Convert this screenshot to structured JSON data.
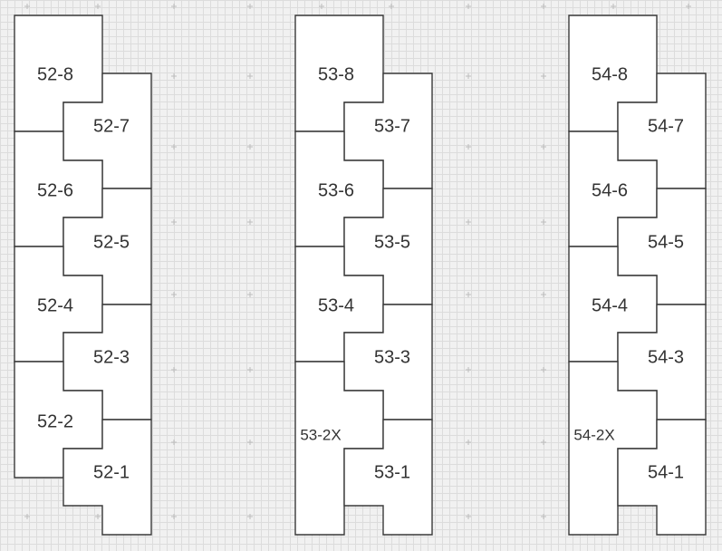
{
  "colors": {
    "background": "#f1f1f1",
    "outline": "#3a3a3a",
    "fill": "#ffffff",
    "label": "#333333"
  },
  "buildings": [
    {
      "name": "52",
      "units": [
        "52-8",
        "52-7",
        "52-6",
        "52-5",
        "52-4",
        "52-3",
        "52-2",
        "52-1"
      ]
    },
    {
      "name": "53",
      "units": [
        "53-8",
        "53-7",
        "53-6",
        "53-5",
        "53-4",
        "53-3",
        "53-2X",
        "53-1"
      ]
    },
    {
      "name": "54",
      "units": [
        "54-8",
        "54-7",
        "54-6",
        "54-5",
        "54-4",
        "54-3",
        "54-2X",
        "54-1"
      ]
    }
  ]
}
